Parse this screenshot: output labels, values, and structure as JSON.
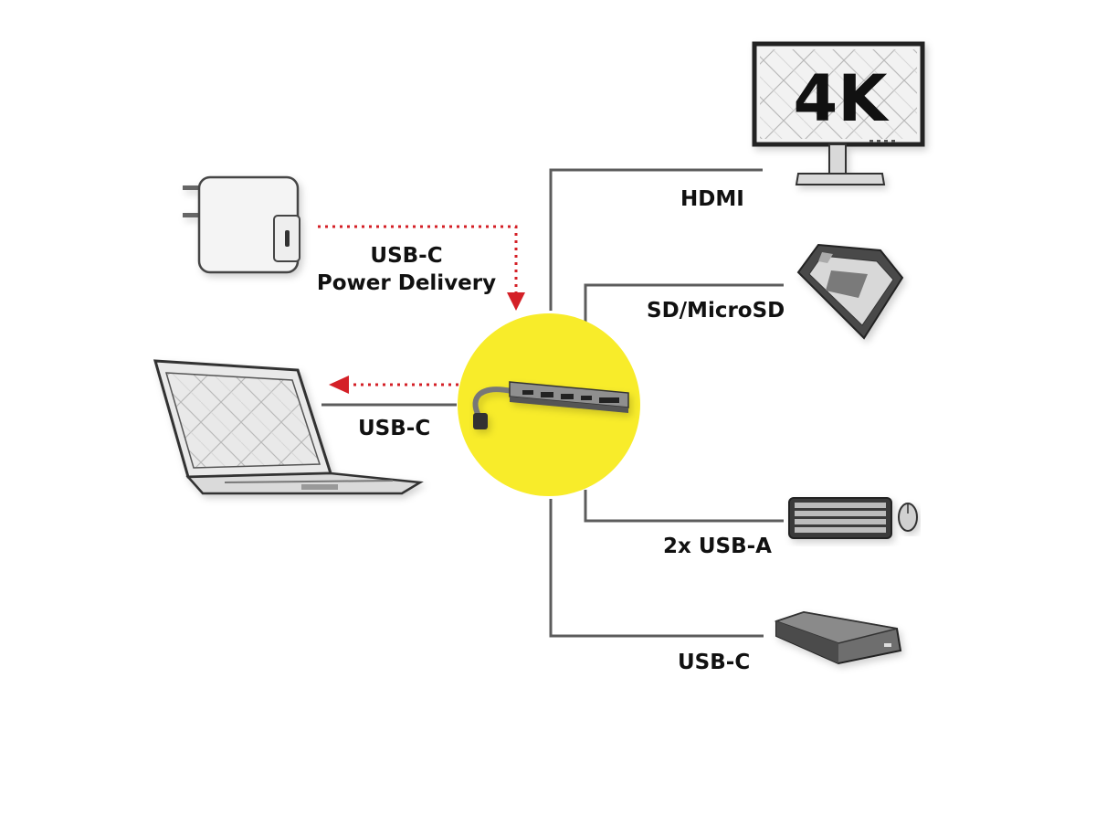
{
  "monitor": {
    "badge": "4K"
  },
  "labels": {
    "hdmi": "HDMI",
    "sd": "SD/MicroSD",
    "usb_a": "2x USB-A",
    "usb_c_storage": "USB-C",
    "usb_c_laptop": "USB-C",
    "power_line1": "USB-C",
    "power_line2": "Power Delivery"
  },
  "colors": {
    "hub_circle": "#f8ec2a",
    "power_arrow": "#d42027",
    "line": "#5c5c5c"
  }
}
